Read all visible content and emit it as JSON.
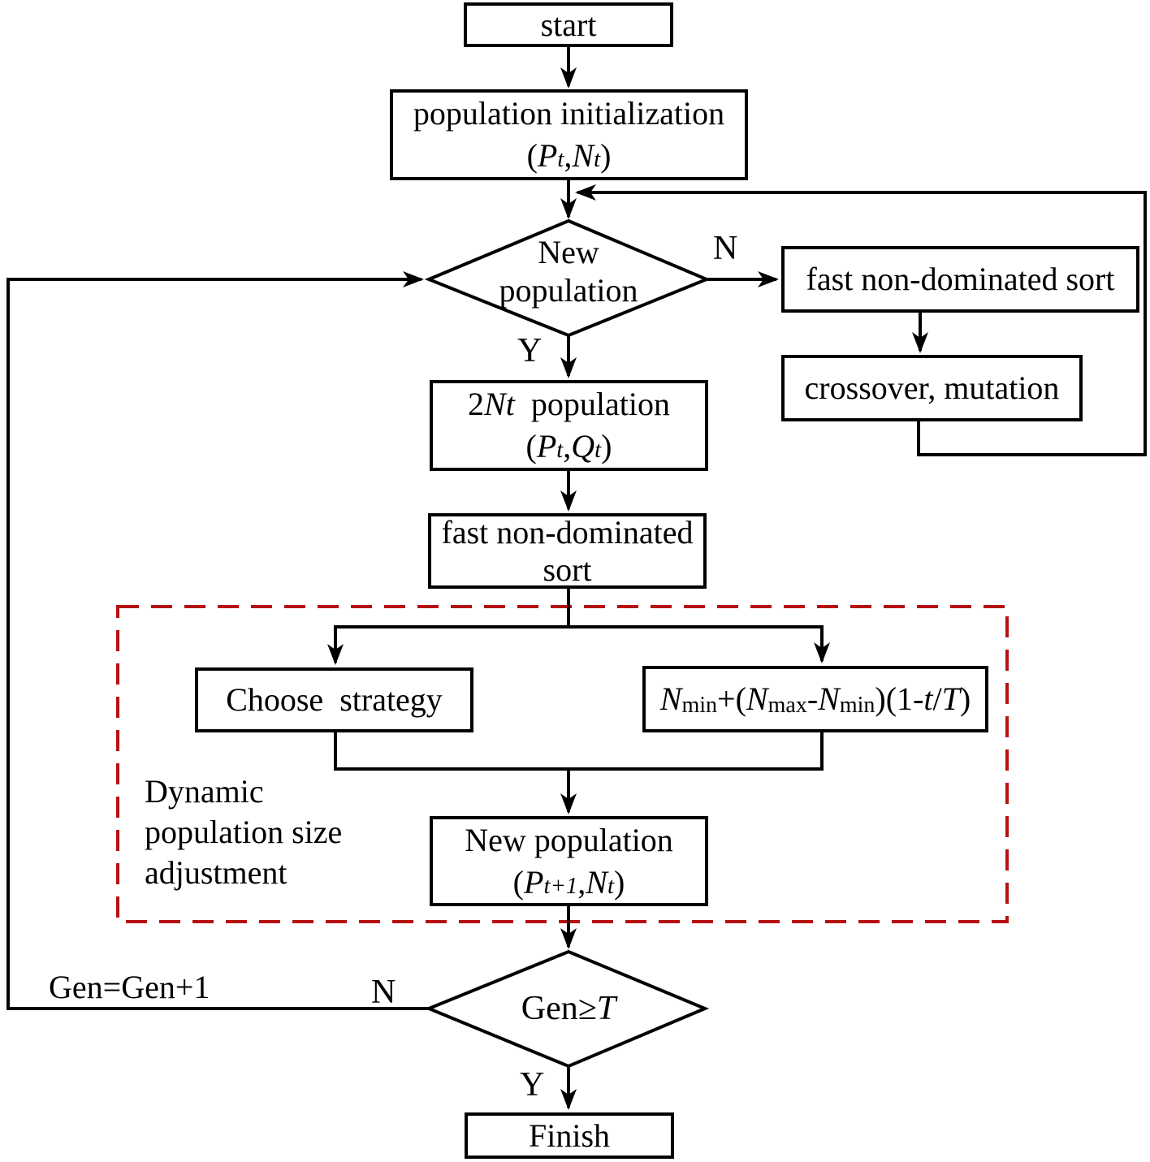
{
  "colors": {
    "line": "#000000",
    "region_border": "#b51212",
    "node_fill": "#ffffff",
    "text": "#000000"
  },
  "nodes": {
    "start": {
      "label": "start"
    },
    "population_initialization": {
      "title": "population initialization",
      "params": {
        "open": "(",
        "p": "P",
        "p_sub": "t",
        "comma": ",",
        "n": "N",
        "n_sub": "t",
        "close": ")"
      }
    },
    "decision_new_population": {
      "line1": "New",
      "line2": "population"
    },
    "fast_sort_right": {
      "label": "fast non-dominated sort"
    },
    "crossover_mutation": {
      "label": "crossover, mutation"
    },
    "population_2nt": {
      "coeff": "2",
      "var": "Nt",
      "word": "population",
      "params": {
        "open": "(",
        "p": "P",
        "p_sub": "t",
        "comma": ",",
        "q": "Q",
        "q_sub": "t",
        "close": ")"
      }
    },
    "fast_sort_center": {
      "line1": "fast non-dominated",
      "line2": "sort"
    },
    "choose_strategy": {
      "label": "Choose  strategy"
    },
    "size_formula": {
      "n1": "N",
      "sub1": "min",
      "op1": "+(",
      "n2": "N",
      "sub2": "max",
      "minus": "-",
      "n3": "N",
      "sub3": "min",
      "op2": ")(1-",
      "t": "t",
      "slash": "/",
      "cap_t": "T",
      "close": ")"
    },
    "new_population": {
      "title": "New population",
      "params": {
        "open": "(",
        "p": "P",
        "p_sub": "t+1",
        "comma": ",",
        "n": "N",
        "n_sub": "t",
        "close": ")"
      }
    },
    "decision_gen": {
      "word": "Gen",
      "op": "≥",
      "cap_t": "T"
    },
    "finish": {
      "label": "Finish"
    }
  },
  "edge_labels": {
    "n_top": "N",
    "y_top": "Y",
    "n_bottom": "N",
    "y_bottom": "Y",
    "increment": "Gen=Gen+1"
  },
  "region": {
    "line1": "Dynamic",
    "line2": "population size",
    "line3": "adjustment"
  }
}
